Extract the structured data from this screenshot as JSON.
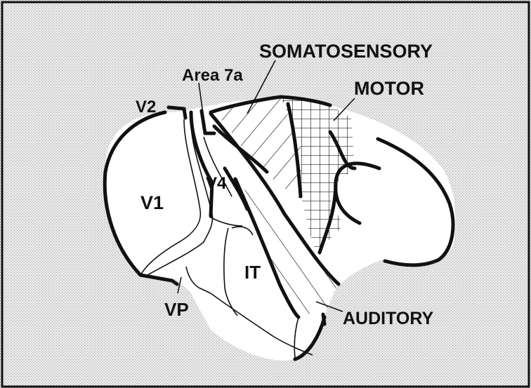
{
  "labels": {
    "somatosensory": "SOMATOSENSORY",
    "motor": "MOTOR",
    "area7a": "Area 7a",
    "v2": "V2",
    "v1": "V1",
    "v4": "V4",
    "it": "IT",
    "vp": "VP",
    "auditory": "AUDITORY"
  },
  "colors": {
    "background": "#e6e6e6",
    "ink": "#111111",
    "panel_border": "#111111"
  }
}
